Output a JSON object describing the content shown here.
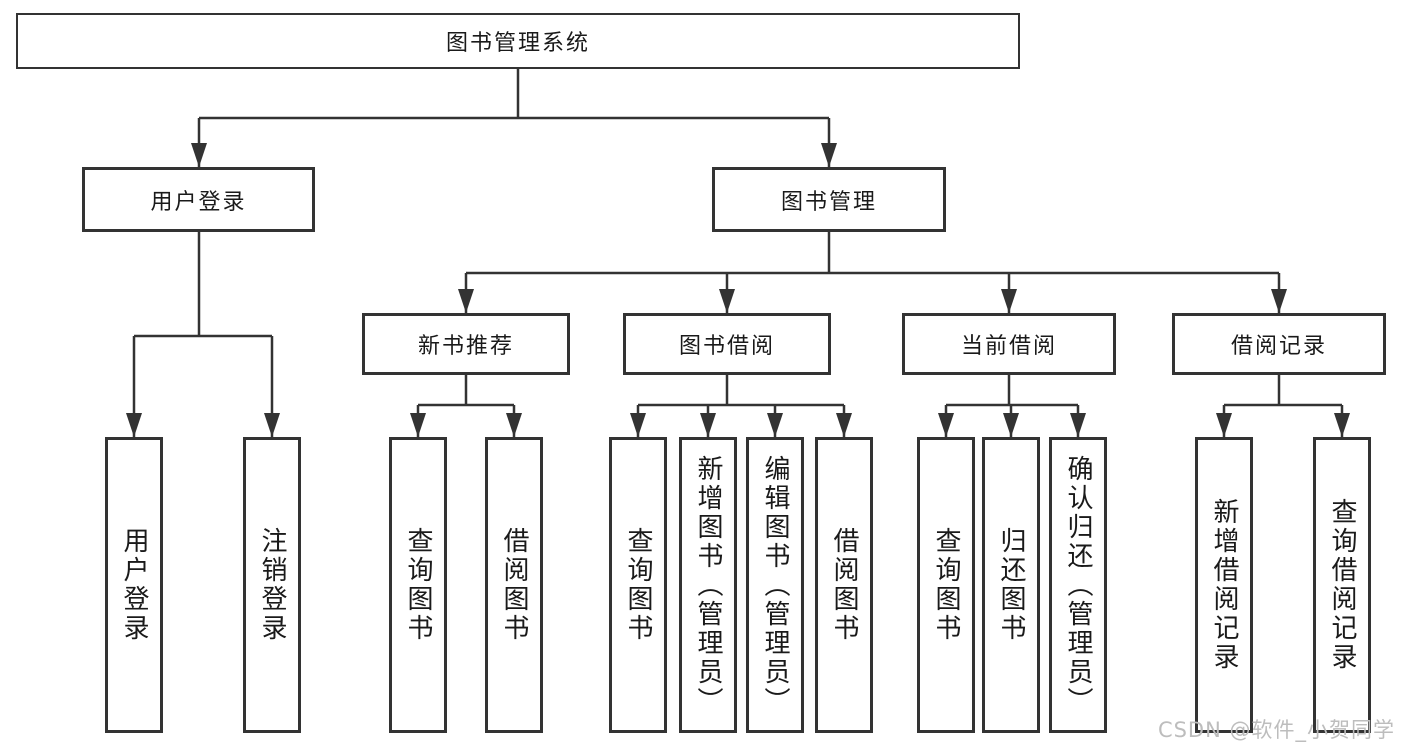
{
  "diagram": {
    "root": {
      "label": "图书管理系统"
    },
    "level2": {
      "login": {
        "label": "用户登录"
      },
      "mgmt": {
        "label": "图书管理"
      }
    },
    "level3": {
      "recommend": {
        "label": "新书推荐"
      },
      "borrow": {
        "label": "图书借阅"
      },
      "current": {
        "label": "当前借阅"
      },
      "records": {
        "label": "借阅记录"
      }
    },
    "leaves": {
      "l1": "用户登录",
      "l2": "注销登录",
      "l3": "查询图书",
      "l4": "借阅图书",
      "l5": "查询图书",
      "l6": "新增图书（管理员）",
      "l7": "编辑图书（管理员）",
      "l8": "借阅图书",
      "l9": "查询图书",
      "l10": "归还图书",
      "l11": "确认归还（管理员）",
      "l12": "新增借阅记录",
      "l13": "查询借阅记录"
    },
    "watermark": "CSDN @软件_小贺同学",
    "colors": {
      "line": "#333333",
      "text": "#1a1a1a",
      "watermark": "#bdbdbd",
      "background": "#ffffff"
    }
  }
}
